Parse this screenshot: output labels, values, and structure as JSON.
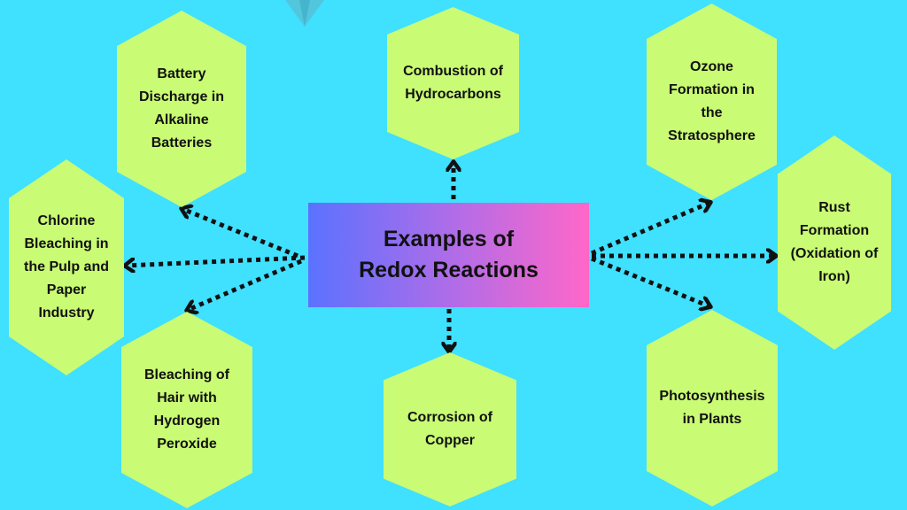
{
  "colors": {
    "background": "#40e0ff",
    "hexagon_fill": "#c9fb74",
    "center_gradient": [
      "#5a72ff",
      "#b66ce6",
      "#ff67c8"
    ],
    "connector": "#111111"
  },
  "center": {
    "title": "Examples of\nRedox Reactions"
  },
  "examples": [
    {
      "id": "battery",
      "label": "Battery\nDischarge in\nAlkaline\nBatteries"
    },
    {
      "id": "combustion",
      "label": "Combustion of\nHydrocarbons"
    },
    {
      "id": "ozone",
      "label": "Ozone\nFormation in\nthe\nStratosphere"
    },
    {
      "id": "chlorine",
      "label": "Chlorine\nBleaching in\nthe Pulp and\nPaper\nIndustry"
    },
    {
      "id": "rust",
      "label": "Rust\nFormation\n(Oxidation of\nIron)"
    },
    {
      "id": "hair",
      "label": "Bleaching of\nHair with\nHydrogen\nPeroxide"
    },
    {
      "id": "copper",
      "label": "Corrosion of\nCopper"
    },
    {
      "id": "photosynthesis",
      "label": "Photosynthesis\nin Plants"
    }
  ],
  "decoration": {
    "top_mark_icon": "paper-plane-icon"
  }
}
